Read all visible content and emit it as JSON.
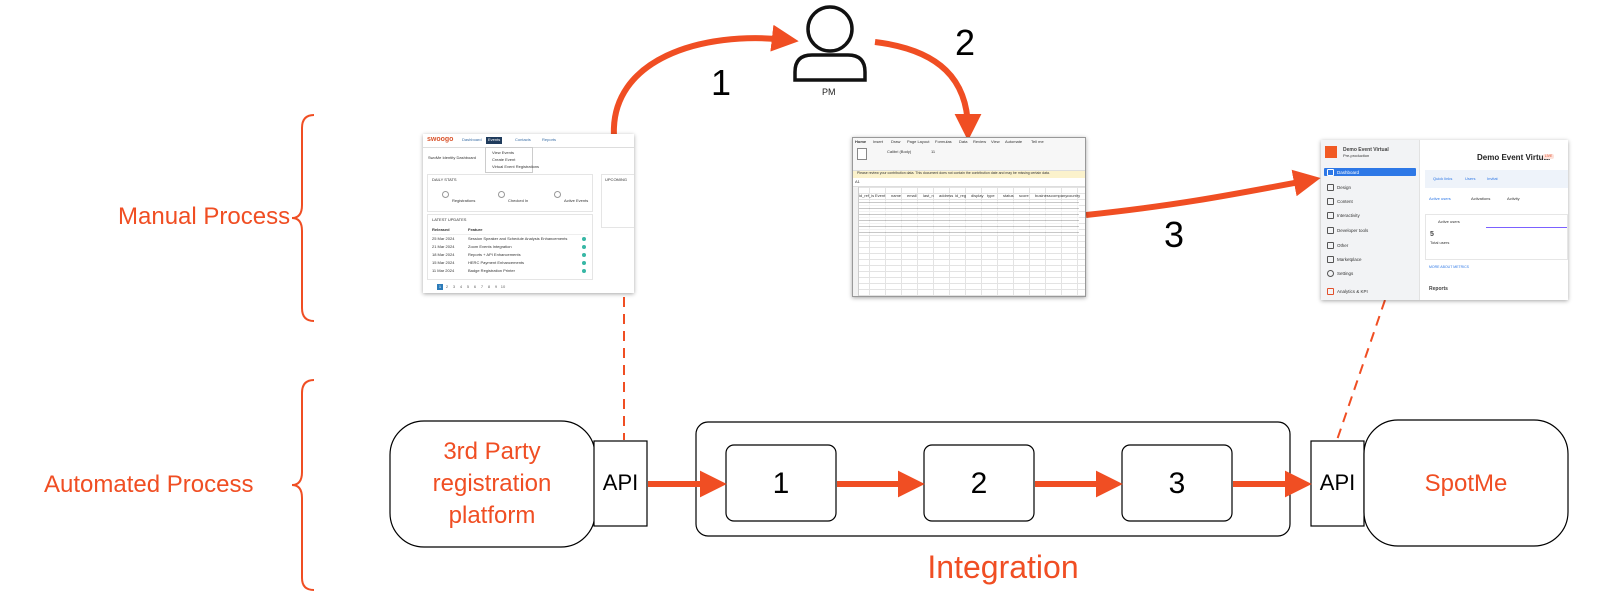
{
  "diagram": {
    "manual_label": "Manual Process",
    "automated_label": "Automated Process",
    "pm_label": "PM",
    "manual_steps": [
      "1",
      "2",
      "3"
    ],
    "third_party": {
      "line1": "3rd Party",
      "line2": "registration",
      "line3": "platform"
    },
    "api_left": "API",
    "api_right": "API",
    "integration_steps": [
      "1",
      "2",
      "3"
    ],
    "integration_label": "Integration",
    "spotme_label": "SpotMe",
    "colors": {
      "accent": "#f04e23",
      "line": "#000000"
    }
  },
  "swoogo_shot": {
    "logo": "swoogo",
    "nav": [
      "Dashboard",
      "Events",
      "Contacts",
      "Reports"
    ],
    "dropdown": [
      "View Events",
      "Create Event",
      "Virtual Event Registrations"
    ],
    "breadcrumb": "SwoMe Identity Dashboard",
    "daily_stats": "DAILY STATS",
    "stats": [
      "Registrations",
      "Checked In",
      "Active Events"
    ],
    "upcoming": "UPCOMING",
    "latest_title": "LATEST UPDATES",
    "latest_cols": [
      "Released",
      "Feature"
    ],
    "latest_rows": [
      [
        "25 Mar 2024",
        "Session Speaker and Schedule Analysis Enhancements"
      ],
      [
        "21 Mar 2024",
        "Zoom Events Integration"
      ],
      [
        "18 Mar 2024",
        "Reports + API Enhancements"
      ],
      [
        "15 Mar 2024",
        "HERC Payment Enhancements"
      ],
      [
        "11 Mar 2024",
        "Badge Registration Printer"
      ]
    ],
    "pages": [
      "1",
      "2",
      "3",
      "4",
      "5",
      "6",
      "7",
      "8",
      "9",
      "10"
    ]
  },
  "sheet_shot": {
    "tabs": [
      "Home",
      "Insert",
      "Draw",
      "Page Layout",
      "Formulas",
      "Data",
      "Review",
      "View",
      "Automate",
      "Tell me"
    ],
    "font": "Calibri (Body)",
    "size": "11",
    "notice": "Please review your contribution data. This document does not contain the contribution date and may be missing certain data.",
    "cell": "A1",
    "headers": [
      "id_ref_is",
      "Event",
      "name",
      "email",
      "last_n",
      "address",
      "id_reg",
      "display",
      "type",
      "status",
      "score",
      "business",
      "company",
      "country"
    ]
  },
  "spotme_shot": {
    "event_title": "Demo Event Virtual",
    "event_sub": "Pre-production",
    "live": "LIVE",
    "nav": [
      "Dashboard",
      "Design",
      "Content",
      "Interactivity",
      "Developer tools",
      "Other",
      "Marketplace",
      "Settings",
      "Analytics & KPI"
    ],
    "quick_links": [
      "Quick links",
      "Users",
      "Invitat"
    ],
    "sub_tabs": [
      "Active users",
      "Activations",
      "Activity"
    ],
    "active_users_label": "Active users",
    "active_users_value": "5",
    "total_users_label": "Total users",
    "more_link": "MORE ABOUT METRICS",
    "reports": "Reports"
  }
}
